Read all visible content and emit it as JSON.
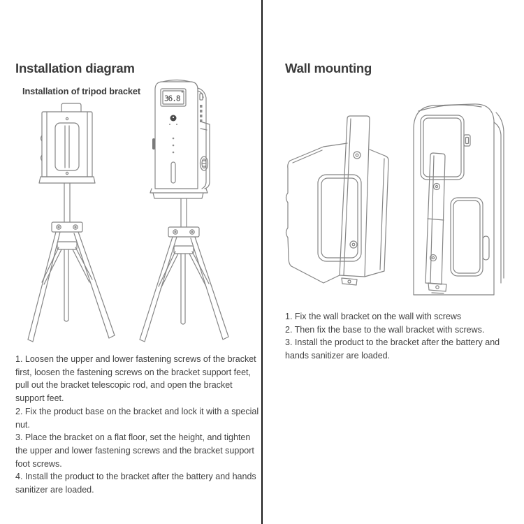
{
  "colors": {
    "background": "#ffffff",
    "divider": "#1a1a1a",
    "heading_text": "#3b3b3b",
    "body_text": "#424242",
    "line_art": "#858585",
    "sensor_dark": "#4a4a4a"
  },
  "left": {
    "title": "Installation diagram",
    "subtitle": "Installation of tripod bracket",
    "device_display": {
      "value": "36.8",
      "unit": "°"
    },
    "instructions": [
      "1. Loosen the upper and lower fastening screws of the bracket first, loosen the fastening screws on the bracket support feet, pull out the bracket telescopic rod, and open the bracket support feet.",
      "2. Fix the product base on the bracket and lock it with a special nut.",
      "3. Place the bracket on a flat floor, set the height, and tighten the upper and lower fastening screws and the bracket support foot screws.",
      "4. Install the product to the bracket after the battery and hands sanitizer are loaded."
    ]
  },
  "right": {
    "title": "Wall mounting",
    "instructions": [
      "1. Fix the wall bracket on the wall with screws",
      "2. Then fix the base to the wall bracket with screws.",
      "3. Install the product to the bracket after the battery and hands sanitizer are loaded."
    ]
  }
}
